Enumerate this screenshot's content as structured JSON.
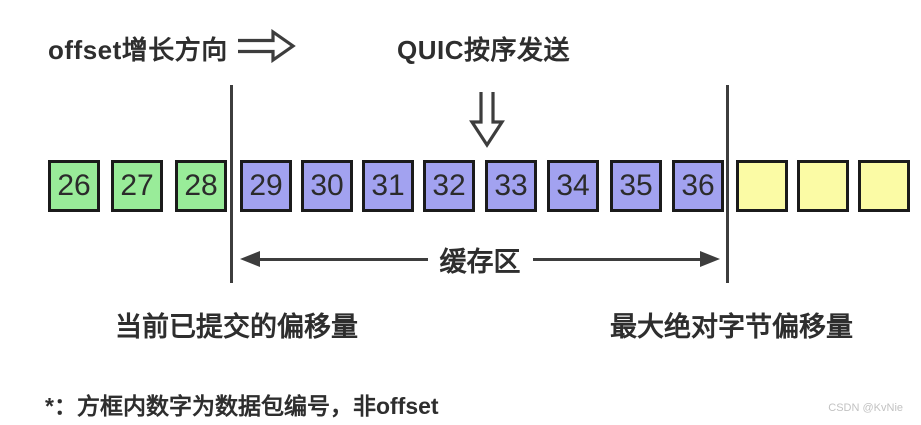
{
  "top": {
    "offset_direction_label": "offset增长方向",
    "quic_order_label": "QUIC按序发送"
  },
  "colors": {
    "committed": "#99ec99",
    "buffered": "#a2a2f0",
    "empty": "#fbfba5",
    "stroke": "#3d3d3d",
    "box_border": "#1b1b1b",
    "watermark": "#c2c2c2"
  },
  "boxes": [
    {
      "label": "26",
      "group": "committed"
    },
    {
      "label": "27",
      "group": "committed"
    },
    {
      "label": "28",
      "group": "committed"
    },
    {
      "label": "29",
      "group": "buffered"
    },
    {
      "label": "30",
      "group": "buffered"
    },
    {
      "label": "31",
      "group": "buffered"
    },
    {
      "label": "32",
      "group": "buffered"
    },
    {
      "label": "33",
      "group": "buffered"
    },
    {
      "label": "34",
      "group": "buffered"
    },
    {
      "label": "35",
      "group": "buffered"
    },
    {
      "label": "36",
      "group": "buffered"
    },
    {
      "label": "",
      "group": "empty"
    },
    {
      "label": "",
      "group": "empty"
    },
    {
      "label": "",
      "group": "empty"
    }
  ],
  "buffer_label": "缓存区",
  "labels": {
    "committed_offset": "当前已提交的偏移量",
    "max_offset": "最大绝对字节偏移量"
  },
  "footnote": "*：方框内数字为数据包编号，非offset",
  "watermark": "CSDN @KvNie"
}
